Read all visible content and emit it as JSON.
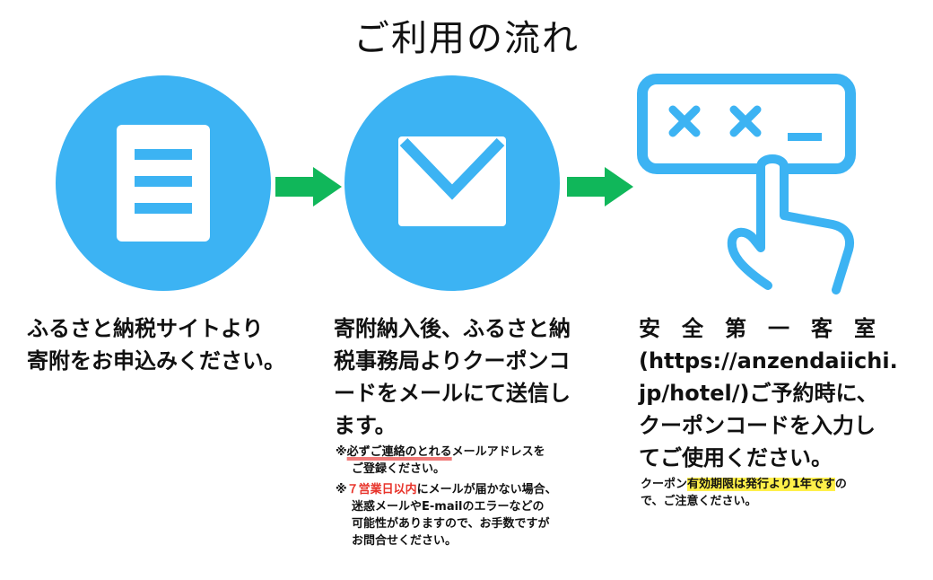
{
  "title": "ご利用の流れ",
  "colors": {
    "accent_blue": "#3cb3f3",
    "arrow_green": "#10b75a",
    "red": "#e8342b",
    "highlight": "#fff04a"
  },
  "steps": [
    {
      "icon": "document-icon",
      "text_line1": "ふるさと納税サイトより",
      "text_line2": "寄附をお申込みください。"
    },
    {
      "icon": "envelope-icon",
      "text_line1": "寄附納入後、ふるさと納",
      "text_line2": "税事務局よりクーポンコ",
      "text_line3": "ードをメールにて送信し",
      "text_line4": "ます。",
      "note1_prefix": "※",
      "note1_underlined": "必ずご連絡のとれる",
      "note1_rest": "メールアドレスを",
      "note1_line2": "ご登録ください。",
      "note2_prefix": "※",
      "note2_red": "７営業日以内",
      "note2_rest": "にメールが届かない場合、",
      "note2_line2": "迷惑メールやE-mailのエラーなどの",
      "note2_line3": "可能性がありますので、お手数ですが",
      "note2_line4": "お問合せください。"
    },
    {
      "icon": "tap-code-icon",
      "code_symbols": "✕ ✕ _",
      "text_line1": "安　全　第　一　客　室",
      "text_line2": "(https://anzendaiichi.",
      "text_line3": "jp/hotel/)ご予約時に、",
      "text_line4": "クーポンコードを入力し",
      "text_line5": "てご使用ください。",
      "note_prefix": "クーポン",
      "note_highlight": "有効期限は発行より1年です",
      "note_rest": "の",
      "note_line2": "で、ご注意ください。"
    }
  ]
}
